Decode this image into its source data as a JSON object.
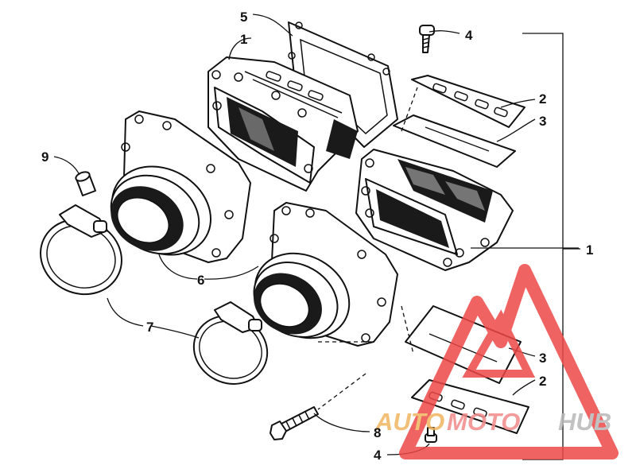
{
  "callouts": [
    {
      "id": "c1",
      "text": "1"
    },
    {
      "id": "c2",
      "text": "1"
    },
    {
      "id": "c3",
      "text": "2"
    },
    {
      "id": "c4",
      "text": "2"
    },
    {
      "id": "c5",
      "text": "3"
    },
    {
      "id": "c6",
      "text": "3"
    },
    {
      "id": "c7",
      "text": "4"
    },
    {
      "id": "c8",
      "text": "4"
    },
    {
      "id": "c9",
      "text": "5"
    },
    {
      "id": "c10",
      "text": "6"
    },
    {
      "id": "c11",
      "text": "7"
    },
    {
      "id": "c12",
      "text": "8"
    },
    {
      "id": "c13",
      "text": "9"
    }
  ],
  "watermark": {
    "part1": "AUTO",
    "part2": "MOTO",
    "part3": "HUB",
    "colors": {
      "auto": "#f0b560",
      "moto": "#f28a8a",
      "hub": "#b8b8b8",
      "triangle": "#ee4848"
    }
  }
}
